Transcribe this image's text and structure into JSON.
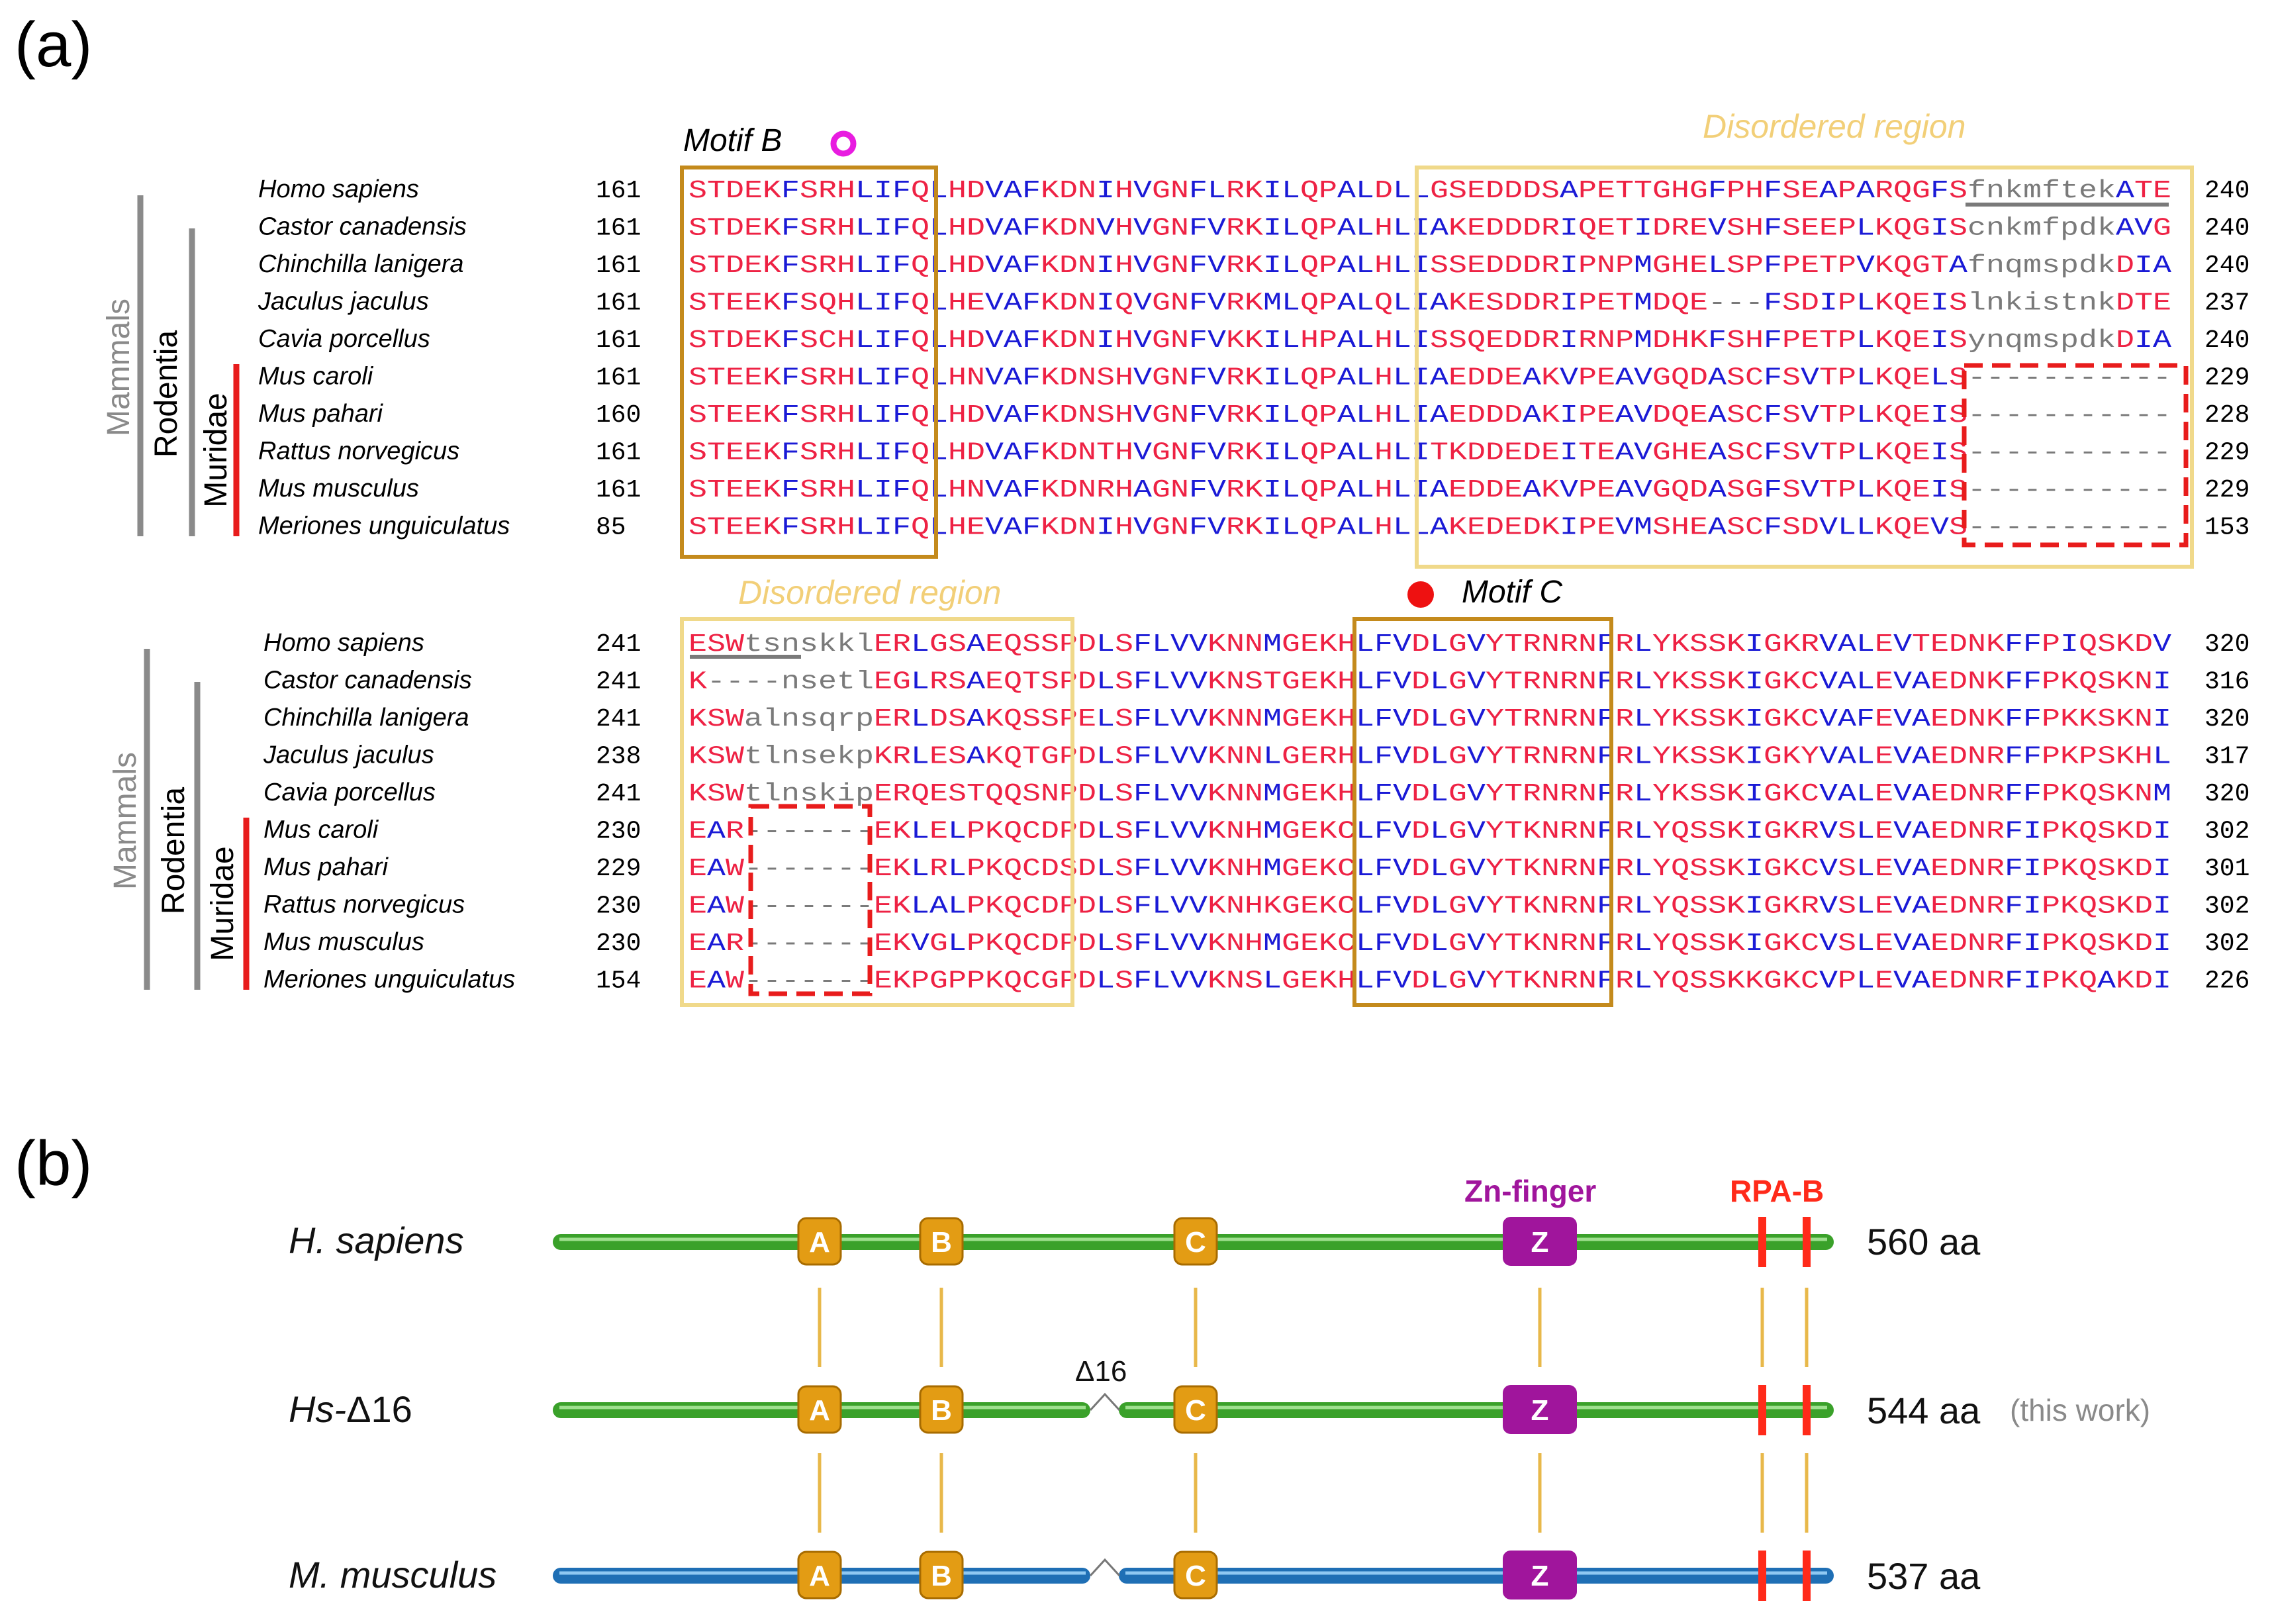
{
  "panel_a": {
    "label": "(a)",
    "disordered_region_label": "Disordered region",
    "block1": {
      "motif_label": "Motif B",
      "rows": [
        {
          "species": "Homo sapiens",
          "start": "161",
          "end": "240",
          "seq": "STDEKFSRHLIFQLHDVAFKDNIHVGNFLRKILQPALDLLGSEDDDSAPETTGHGFPHFSEAPARQGFSfnkmftekATE"
        },
        {
          "species": "Castor canadensis",
          "start": "161",
          "end": "240",
          "seq": "STDEKFSRHLIFQLHDVAFKDNVHVGNFVRKILQPALHLIAKEDDDRIQETIDREVSHFSEEPLKQGIScnkmfpdkAVG"
        },
        {
          "species": "Chinchilla lanigera",
          "start": "161",
          "end": "240",
          "seq": "STDEKFSRHLIFQLHDVAFKDNIHVGNFVRKILQPALHLISSEDDDRIPNPMGHELSPFPETPVKQGTAfnqmspdkDIA"
        },
        {
          "species": "Jaculus jaculus",
          "start": "161",
          "end": "237",
          "seq": "STEEKFSQHLIFQLHEVAFKDNIQVGNFVRKMLQPALQLIAKESDDRIPETMDQE---FSDIPLKQEISlnkistnkDTE"
        },
        {
          "species": "Cavia porcellus",
          "start": "161",
          "end": "240",
          "seq": "STDEKFSCHLIFQLHDVAFKDNIHVGNFVKKILHPALHLISSQEDDRIRNPMDHKFSHFPETPLKQEISynqmspdkDIA"
        },
        {
          "species": "Mus caroli",
          "start": "161",
          "end": "229",
          "seq": "STEEKFSRHLIFQLHNVAFKDNSHVGNFVRKILQPALHLIAEDDEAKVPEAVGQDASCFSVTPLKQELS-----------"
        },
        {
          "species": "Mus pahari",
          "start": "160",
          "end": "228",
          "seq": "STEEKFSRHLIFQLHDVAFKDNSHVGNFVRKILQPALHLIAEDDDAKIPEAVDQEASCFSVTPLKQEIS-----------"
        },
        {
          "species": "Rattus norvegicus",
          "start": "161",
          "end": "229",
          "seq": "STEEKFSRHLIFQLHDVAFKDNTHVGNFVRKILQPALHLITKDDEDEITEAVGHEASCFSVTPLKQEIS-----------"
        },
        {
          "species": "Mus musculus",
          "start": "161",
          "end": "229",
          "seq": "STEEKFSRHLIFQLHNVAFKDNRHAGNFVRKILQPALHLIAEDDEAKVPEAVGQDASGFSVTPLKQEIS-----------"
        },
        {
          "species": "Meriones unguiculatus",
          "start": "85",
          "end": "153",
          "seq": "STEEKFSRHLIFQLHEVAFKDNIHVGNFVRKILQPALHLLAKEDEDKIPEVMSHEASCFSDVLLKQEVS-----------"
        }
      ]
    },
    "block2": {
      "motif_label": "Motif C",
      "rows": [
        {
          "species": "Homo sapiens",
          "start": "241",
          "end": "320",
          "seq": "ESWtsnskklERLGSAEQSSPDLSFLVVKNNMGEKHLFVDLGVYTRNRNFRLYKSSKIGKRVALEVTEDNKFFPIQSKDV"
        },
        {
          "species": "Castor canadensis",
          "start": "241",
          "end": "316",
          "seq": "K----nsetlEGLRSAEQTSPDLSFLVVKNSTGEKHLFVDLGVYTRNRNFRLYKSSKIGKCVALEVAEDNKFFPKQSKNI"
        },
        {
          "species": "Chinchilla lanigera",
          "start": "241",
          "end": "320",
          "seq": "KSWalnsqrpERLDSAKQSSPELSFLVVKNNMGEKHLFVDLGVYTRNRNFRLYKSSKIGKCVAFEVAEDNKFFPKKSKNI"
        },
        {
          "species": "Jaculus jaculus",
          "start": "238",
          "end": "317",
          "seq": "KSWtlnsekpKRLESAKQTGPDLSFLVVKNNLGERHLFVDLGVYTRNRNFRLYKSSKIGKYVALEVAEDNRFFPKPSKHL"
        },
        {
          "species": "Cavia porcellus",
          "start": "241",
          "end": "320",
          "seq": "KSWtlnskipERQESTQQSNPDLSFLVVKNNMGEKHLFVDLGVYTRNRNFRLYKSSKIGKCVALEVAEDNRFFPKQSKNM"
        },
        {
          "species": "Mus caroli",
          "start": "230",
          "end": "302",
          "seq": "EAR-------EKLELPKQCDPDLSFLVVKNHMGEKCLFVDLGVYTKNRNFRLYQSSKIGKRVSLEVAEDNRFIPKQSKDI"
        },
        {
          "species": "Mus pahari",
          "start": "229",
          "end": "301",
          "seq": "EAW-------EKLRLPKQCDSDLSFLVVKNHMGEKCLFVDLGVYTKNRNFRLYQSSKIGKCVSLEVAEDNRFIPKQSKDI"
        },
        {
          "species": "Rattus norvegicus",
          "start": "230",
          "end": "302",
          "seq": "EAW-------EKLALPKQCDPDLSFLVVKNHKGEKCLFVDLGVYTKNRNFRLYQSSKIGKRVSLEVAEDNRFIPKQSKDI"
        },
        {
          "species": "Mus musculus",
          "start": "230",
          "end": "302",
          "seq": "EAR-------EKVGLPKQCDPDLSFLVVKNHMGEKCLFVDLGVYTKNRNFRLYQSSKIGKCVSLEVAEDNRFIPKQSKDI"
        },
        {
          "species": "Meriones unguiculatus",
          "start": "154",
          "end": "226",
          "seq": "EAW-------EKPGPPKQCGPDLSFLVVKNSLGEKHLFVDLGVYTKNRNFRLYQSSKKGKCVPLEVAEDNRFIPKQAKDI"
        }
      ]
    },
    "groups": {
      "mammals": "Mammals",
      "rodentia": "Rodentia",
      "muridae": "Muridae"
    }
  },
  "panel_b": {
    "label": "(b)",
    "domain_labels": {
      "zn_finger": "Zn-finger",
      "rpa_b": "RPA-B"
    },
    "deletion_label": "Δ16",
    "motif_letters": [
      "A",
      "B",
      "C",
      "Z"
    ],
    "proteins": [
      {
        "name_italic": "H. sapiens",
        "name_suffix": "",
        "length": "560 aa",
        "note": ""
      },
      {
        "name_italic": "Hs-",
        "name_suffix": "Δ16",
        "length": "544 aa",
        "note": "(this work)"
      },
      {
        "name_italic": "M. musculus",
        "name_suffix": "",
        "length": "537 aa",
        "note": ""
      }
    ],
    "colors": {
      "human_bar": "#3aa12a",
      "mouse_bar": "#1f6fb5",
      "motif_box": "#e39c14",
      "zn_box": "#a0159c",
      "rpa": "#ff2a1a",
      "connector": "#e8b84a"
    }
  },
  "colors": {
    "residue_blue": "#1a1ad6",
    "residue_red": "#ee2244",
    "residue_gray": "#7a7a7a",
    "motif_box": "#c48a1c",
    "disordered_box": "#f0d98a",
    "deletion_box": "#e81c1c",
    "motif_b_marker": "#e81ce0",
    "motif_c_marker": "#ee1111",
    "group_gray": "#8a8a8a",
    "group_black": "#000000",
    "group_red": "#e81c1c"
  }
}
